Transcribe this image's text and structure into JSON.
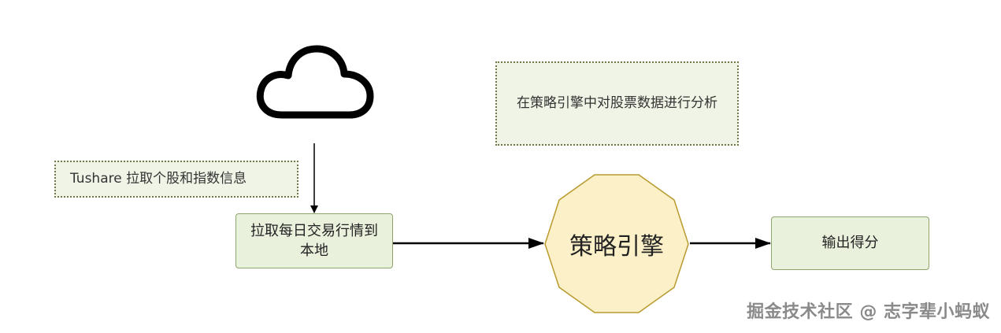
{
  "diagram": {
    "nodes": {
      "cloud": {
        "icon": "cloud-icon"
      },
      "tushare_note": {
        "label": "Tushare 拉取个股和指数信息"
      },
      "analysis_note": {
        "label": "在策略引擎中对股票数据进行分析"
      },
      "fetch_box": {
        "label": "拉取每日交易行情到本地"
      },
      "engine": {
        "label": "策略引擎"
      },
      "output_box": {
        "label": "输出得分"
      }
    },
    "edges": [
      {
        "from": "cloud",
        "to": "fetch_box"
      },
      {
        "from": "fetch_box",
        "to": "engine"
      },
      {
        "from": "engine",
        "to": "output_box"
      }
    ],
    "colors": {
      "box_fill": "#e9f0dc",
      "box_border": "#8fa36c",
      "note_fill": "#f0f4e6",
      "note_border": "#6e7a48",
      "engine_fill": "#fbf0c8",
      "engine_border": "#b89a2e",
      "arrow": "#000000"
    }
  },
  "watermark": {
    "text": "掘金技术社区 @ 志字辈小蚂蚁"
  }
}
